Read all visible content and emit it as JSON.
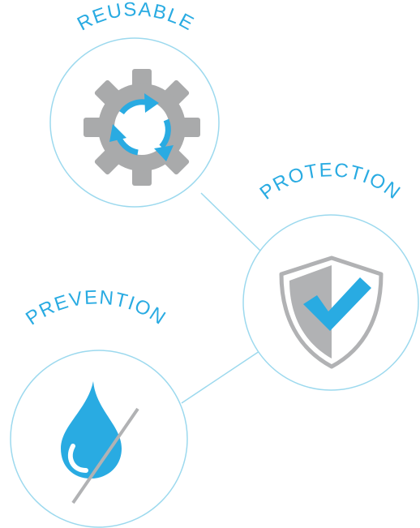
{
  "colors": {
    "accent": "#29abe2",
    "ring": "#9cd9ee",
    "gear_gray": "#a9aaab",
    "shield_gray": "#b1b2b4",
    "background": "#ffffff"
  },
  "nodes": [
    {
      "id": "reusable",
      "label": "REUSABLE",
      "icon": "gear-recycle-icon"
    },
    {
      "id": "protection",
      "label": "PROTECTION",
      "icon": "shield-check-icon"
    },
    {
      "id": "prevention",
      "label": "PREVENTION",
      "icon": "water-drop-icon"
    }
  ]
}
